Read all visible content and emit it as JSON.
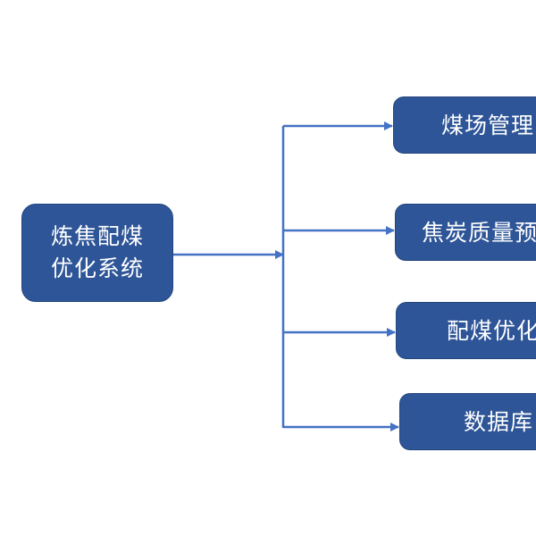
{
  "diagram": {
    "root": {
      "lines": [
        "炼焦配煤",
        "优化系统"
      ]
    },
    "children": [
      {
        "label": "煤场管理"
      },
      {
        "label": "焦炭质量预测"
      },
      {
        "label": "配煤优化"
      },
      {
        "label": "数据库"
      }
    ],
    "colors": {
      "box_fill": "#2e5597",
      "box_text": "#ffffff",
      "connector": "#4472c4"
    }
  }
}
